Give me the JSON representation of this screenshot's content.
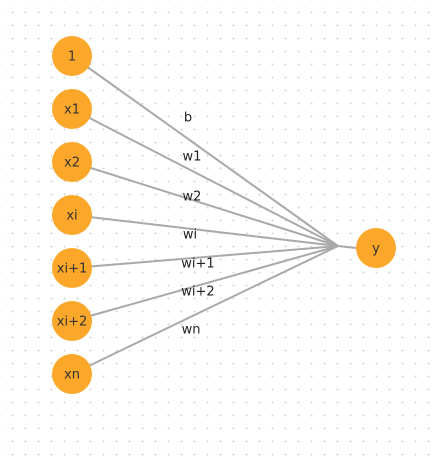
{
  "diagram": {
    "colors": {
      "node_fill": "#FBA72A",
      "edge_stroke": "#A9A9A9",
      "grid_dot": "#D6D6D6",
      "text": "#333333"
    },
    "inputs": [
      {
        "id": "bias",
        "label": "1"
      },
      {
        "id": "x1",
        "label": "x1"
      },
      {
        "id": "x2",
        "label": "x2"
      },
      {
        "id": "xi",
        "label": "xi"
      },
      {
        "id": "xi1",
        "label": "xi+1"
      },
      {
        "id": "xi2",
        "label": "xi+2"
      },
      {
        "id": "xn",
        "label": "xn"
      }
    ],
    "output": {
      "id": "y",
      "label": "y"
    },
    "edges": [
      {
        "from": "bias",
        "label": "b"
      },
      {
        "from": "x1",
        "label": "w1"
      },
      {
        "from": "x2",
        "label": "w2"
      },
      {
        "from": "xi",
        "label": "wi"
      },
      {
        "from": "xi1",
        "label": "wi+1"
      },
      {
        "from": "xi2",
        "label": "wi+2"
      },
      {
        "from": "xn",
        "label": "wn"
      }
    ]
  }
}
